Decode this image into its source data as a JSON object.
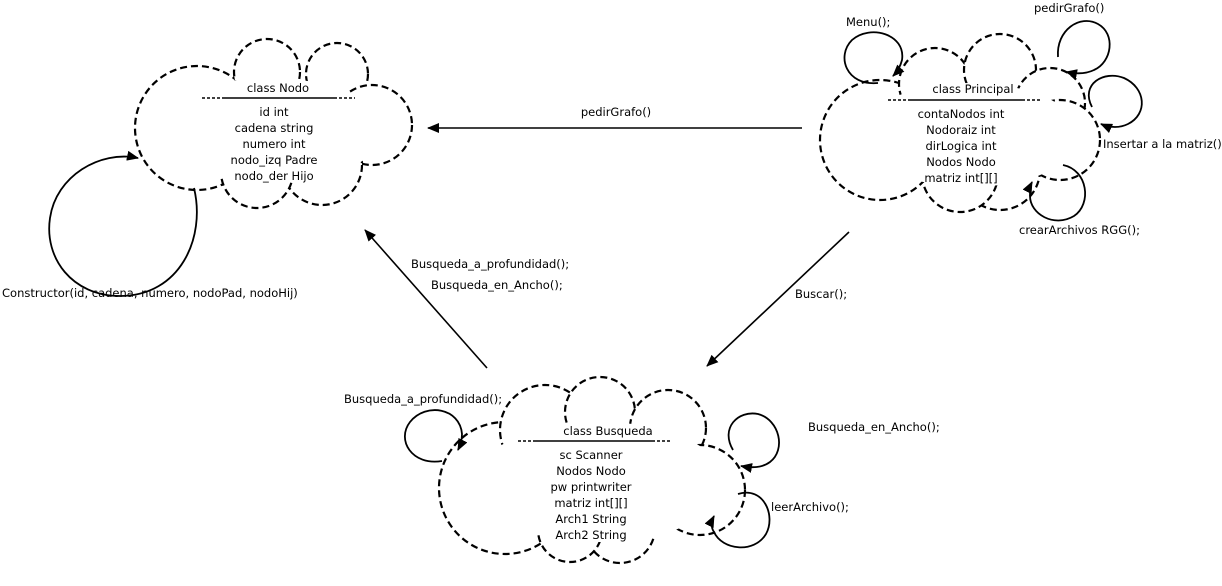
{
  "classes": {
    "nodo": {
      "title": "class Nodo",
      "attributes": [
        "id int",
        "cadena string",
        "numero int",
        "nodo_izq Padre",
        "nodo_der Hijo"
      ]
    },
    "principal": {
      "title": "class Principal",
      "attributes": [
        "contaNodos int",
        "Nodoraiz int",
        "dirLogica int",
        "Nodos Nodo",
        "matriz int[][]"
      ]
    },
    "busqueda": {
      "title": "class Busqueda",
      "attributes": [
        "sc Scanner",
        "Nodos Nodo",
        "pw printwriter",
        "matriz int[][]",
        "Arch1 String",
        "Arch2 String"
      ]
    }
  },
  "edges": {
    "principal_to_nodo": "pedirGrafo()",
    "principal_to_busqueda": "Buscar();",
    "busqueda_to_nodo_1": "Busqueda_a_profundidad();",
    "busqueda_to_nodo_2": "Busqueda_en_Ancho();"
  },
  "self_loops": {
    "nodo_constructor": "Constructor(id, cadena, numero, nodoPad, nodoHij)",
    "principal_menu": "Menu();",
    "principal_pedirgrafo": "pedirGrafo()",
    "principal_insertar": "Insertar a la matriz()",
    "principal_crear": "crearArchivos RGG();",
    "busqueda_profundidad": "Busqueda_a_profundidad();",
    "busqueda_ancho": "Busqueda_en_Ancho();",
    "busqueda_leer": "leerArchivo();"
  }
}
